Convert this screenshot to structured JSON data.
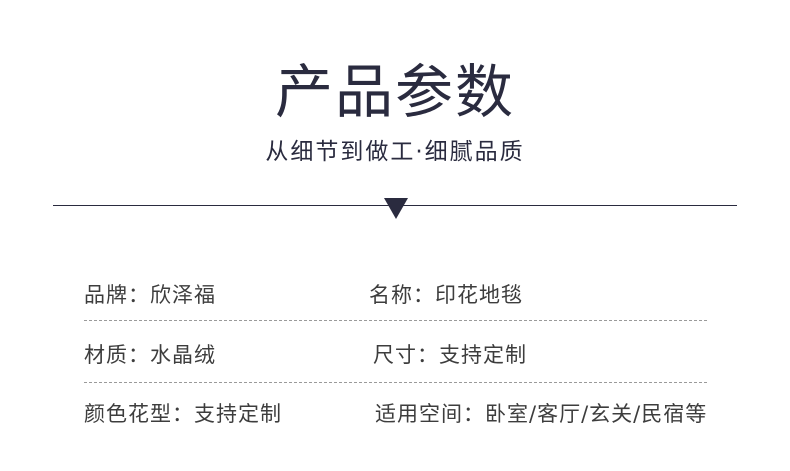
{
  "header": {
    "title": "产品参数",
    "subtitle": "从细节到做工·细腻品质"
  },
  "colors": {
    "primary": "#2a2b3f",
    "text": "#3d3d3d",
    "dashed_line": "#9a9a9a"
  },
  "specs": [
    {
      "label": "品牌",
      "value": "欣泽福",
      "text": "品牌：欣泽福"
    },
    {
      "label": "名称",
      "value": "印花地毯",
      "text": "名称：印花地毯"
    },
    {
      "label": "材质",
      "value": "水晶绒",
      "text": "材质：水晶绒"
    },
    {
      "label": "尺寸",
      "value": "支持定制",
      "text": "尺寸：支持定制"
    },
    {
      "label": "颜色花型",
      "value": "支持定制",
      "text": "颜色花型：支持定制"
    },
    {
      "label": "适用空间",
      "value": "卧室/客厅/玄关/民宿等",
      "text": "适用空间：卧室/客厅/玄关/民宿等"
    }
  ]
}
